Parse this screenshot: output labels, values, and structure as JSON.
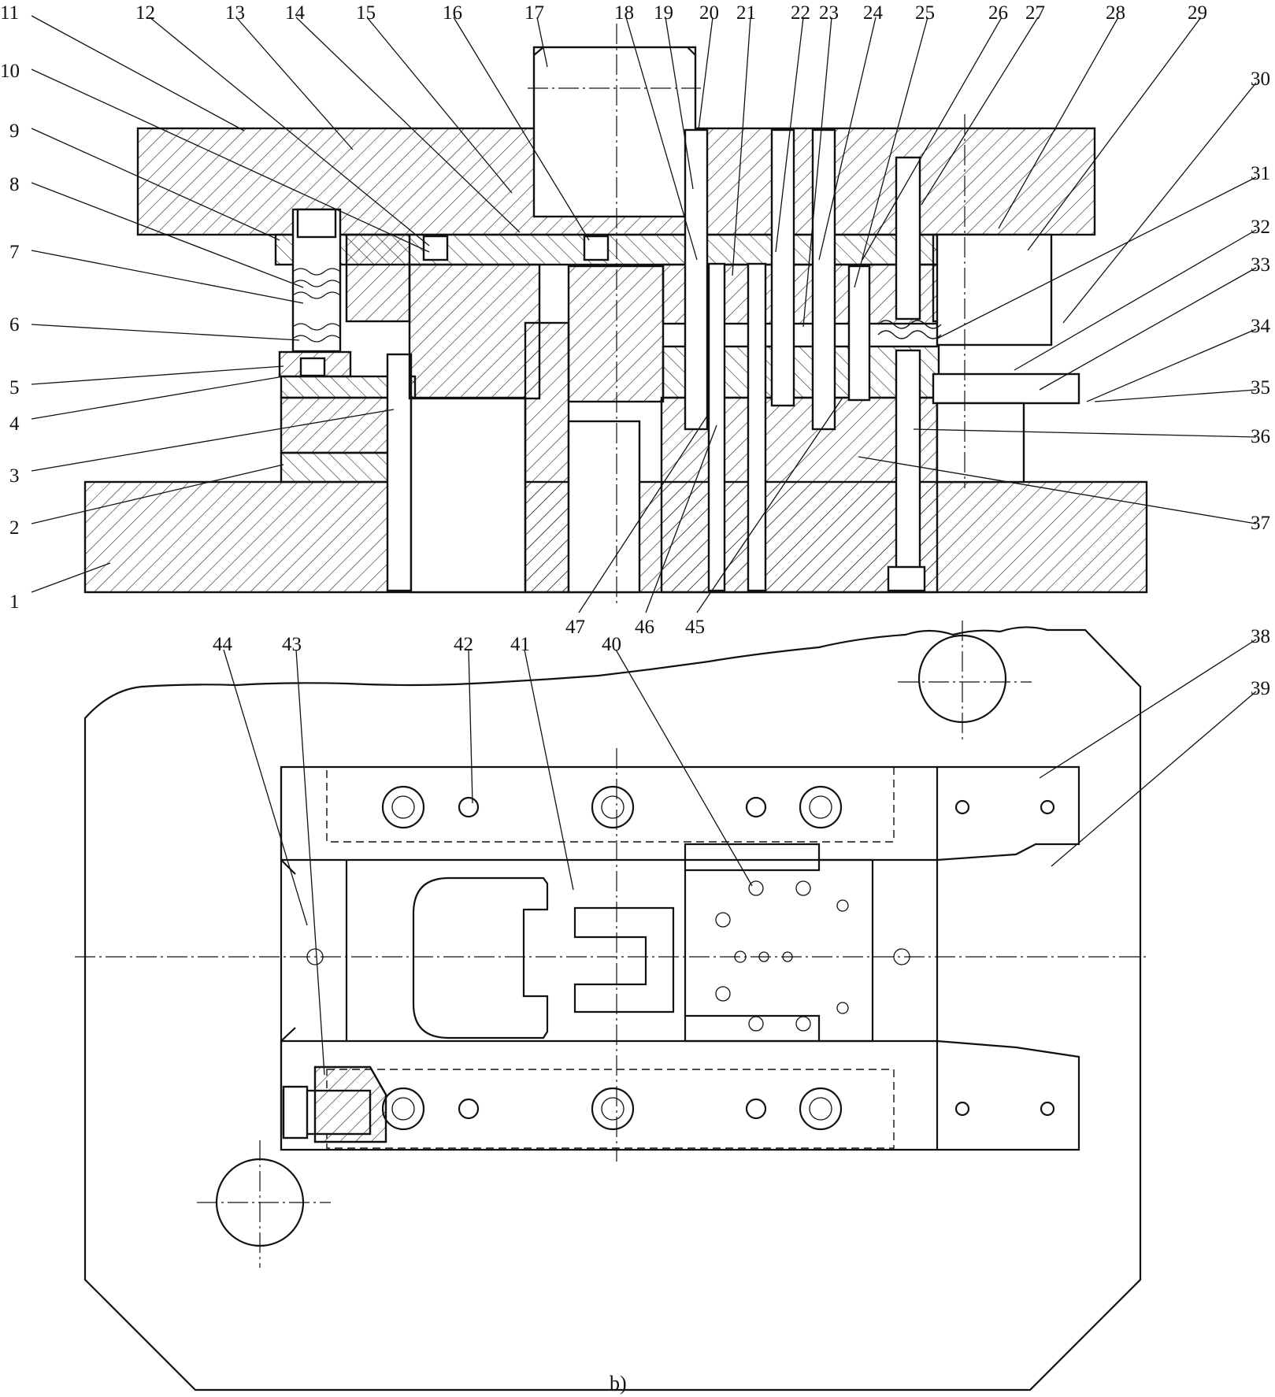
{
  "figure": {
    "caption": "b)",
    "part_labels": [
      "1",
      "2",
      "3",
      "4",
      "5",
      "6",
      "7",
      "8",
      "9",
      "10",
      "11",
      "12",
      "13",
      "14",
      "15",
      "16",
      "17",
      "18",
      "19",
      "20",
      "21",
      "22",
      "23",
      "24",
      "25",
      "26",
      "27",
      "28",
      "29",
      "30",
      "31",
      "32",
      "33",
      "34",
      "35",
      "36",
      "37",
      "38",
      "39",
      "40",
      "41",
      "42",
      "43",
      "44",
      "45",
      "46",
      "47"
    ]
  }
}
